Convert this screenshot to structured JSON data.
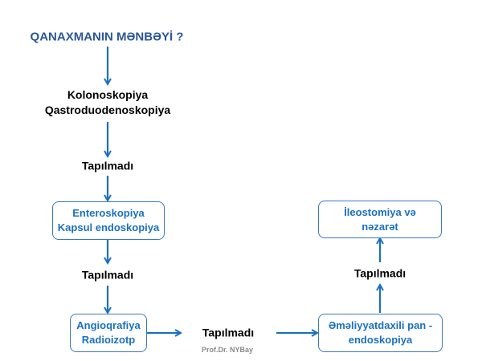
{
  "title": "QANAXMANIN MƏNBƏYİ ?",
  "step1": {
    "line1": "Kolonoskopiya",
    "line2": "Qastroduodenoskopiya"
  },
  "not_found_1": "Tapılmadı",
  "box_enteroscopy": {
    "line1": "Enteroskopiya",
    "line2": "Kapsul endoskopiya"
  },
  "not_found_2": "Tapılmadı",
  "box_angiography": {
    "line1": "Angioqrafiya",
    "line2": "Radioizotp"
  },
  "not_found_3": "Tapılmadı",
  "credit": "Prof.Dr. NYBay",
  "box_intraop": {
    "line1": "Əməliyyatdaxili pan -",
    "line2": "endoskopiya"
  },
  "not_found_4": "Tapılmadı",
  "box_ileostomy": {
    "line1": "İleostomiya və",
    "line2": "nəzarət"
  },
  "colors": {
    "arrow": "#1a70c0",
    "title": "#2b5797",
    "box_text": "#1a70c0"
  }
}
